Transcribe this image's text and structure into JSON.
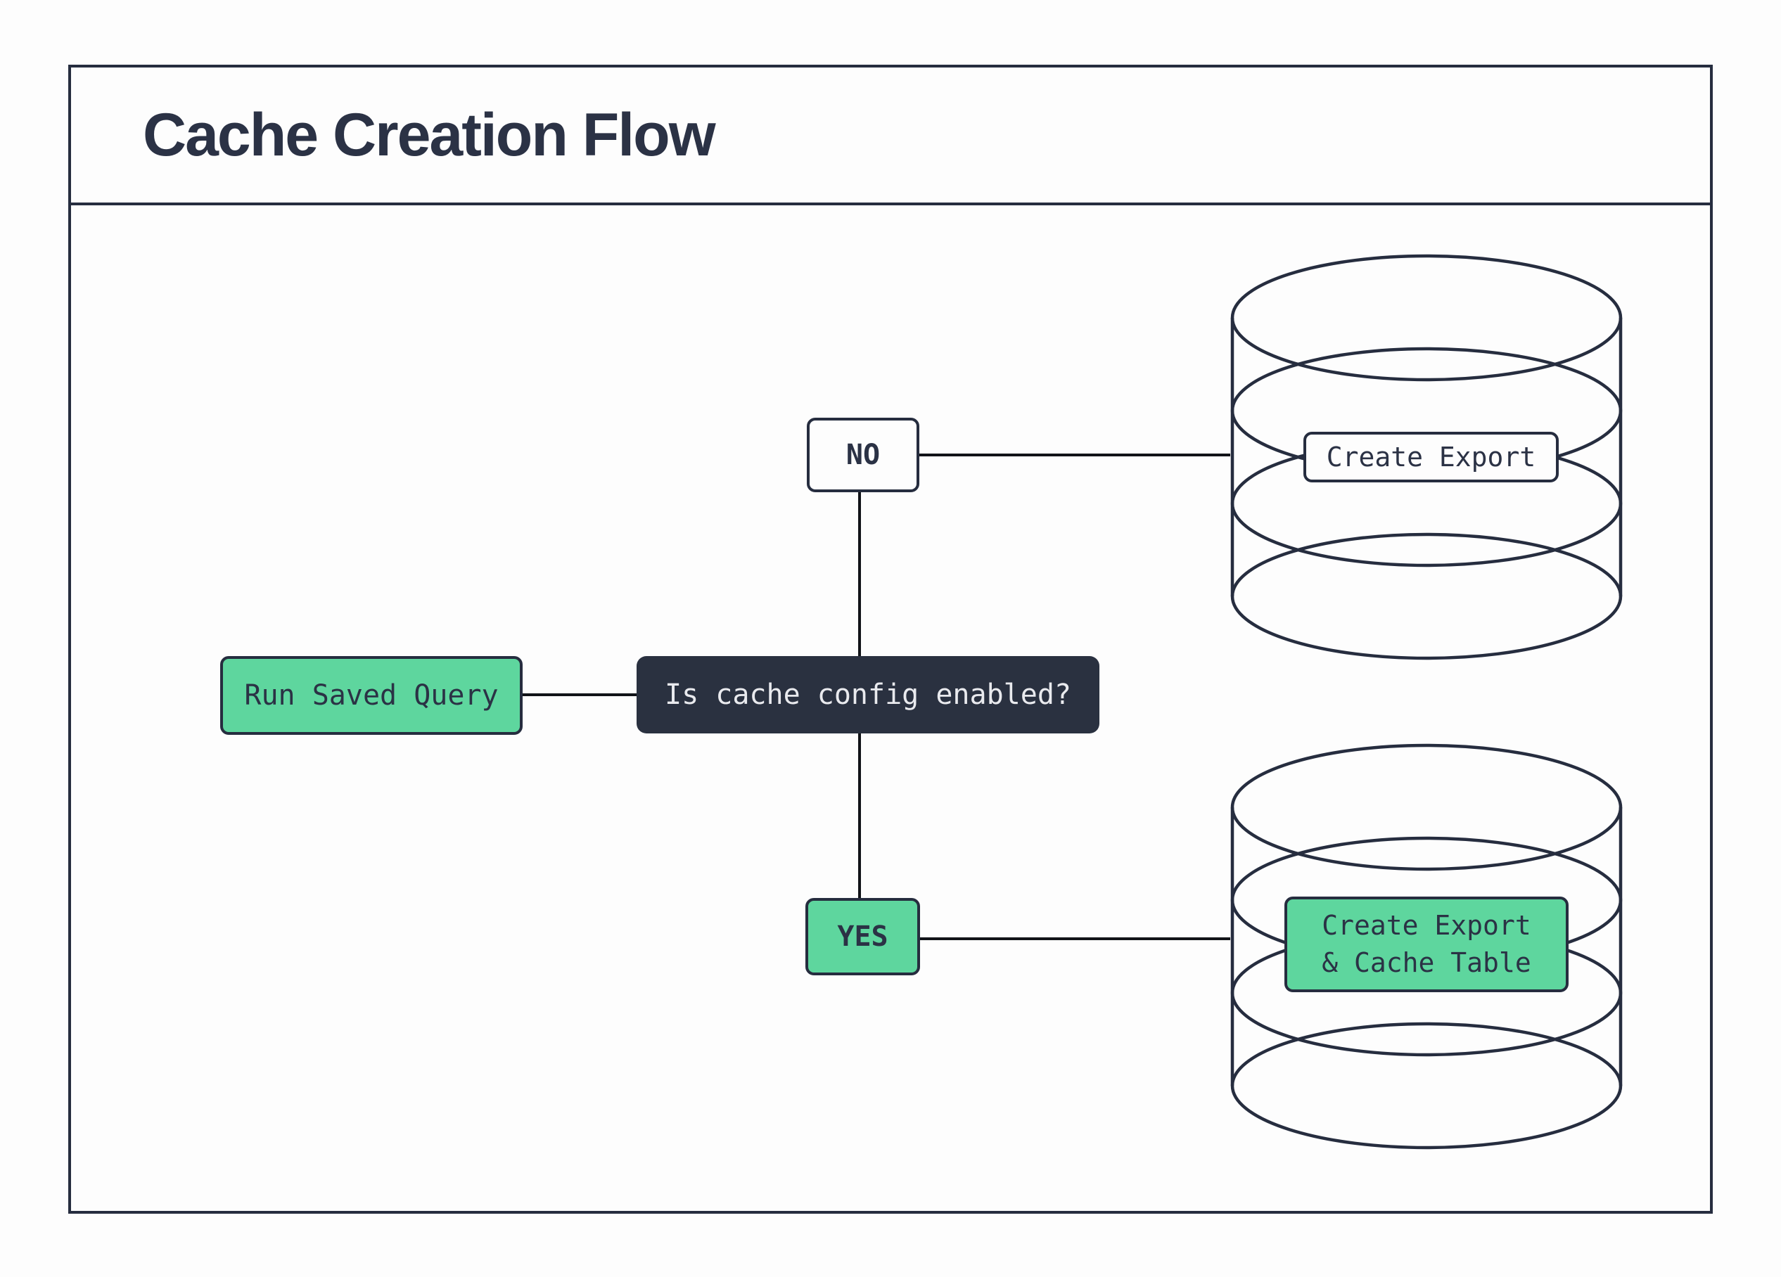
{
  "title": "Cache Creation Flow",
  "nodes": {
    "start": {
      "label": "Run Saved Query"
    },
    "decision": {
      "label": "Is cache config enabled?"
    },
    "no": {
      "label": "NO"
    },
    "yes": {
      "label": "YES"
    },
    "no_db": {
      "label": "Create Export"
    },
    "yes_db": {
      "label": "Create Export\n& Cache Table"
    }
  },
  "edges": [
    {
      "from": "Run Saved Query",
      "to": "Is cache config enabled?"
    },
    {
      "from": "Is cache config enabled?",
      "to": "NO"
    },
    {
      "from": "NO",
      "to": "Create Export"
    },
    {
      "from": "Is cache config enabled?",
      "to": "YES"
    },
    {
      "from": "YES",
      "to": "Create Export & Cache Table"
    }
  ],
  "colors": {
    "accent_green": "#5ed69e",
    "ink": "#262d3f",
    "decision_bg": "#2a3140",
    "light_text": "#e9eaee",
    "background": "#fdfdfd",
    "connector": "#111318"
  }
}
